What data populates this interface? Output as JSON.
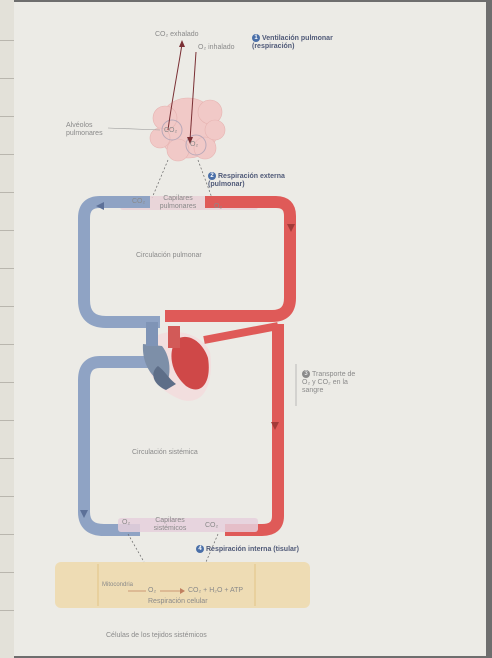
{
  "ventilation": {
    "co2": "CO₂ exhalado",
    "o2": "O₂ inhalado",
    "number": "1",
    "title": "Ventilación pulmonar (respiración)"
  },
  "alveoli": {
    "label": "Alvéolos pulmonares",
    "co2": "CO₂",
    "o2": "O₂"
  },
  "external": {
    "number": "2",
    "title": "Respiración externa (pulmonar)"
  },
  "pulmonary_capillaries": {
    "co2": "CO₂",
    "label": "Capilares pulmonares",
    "o2": "O₂"
  },
  "circulations": {
    "pulmonary": "Circulación pulmonar",
    "systemic": "Circulación sistémica"
  },
  "transport": {
    "number": "3",
    "label": "Transporte de O₂ y CO₂ en la sangre"
  },
  "systemic_capillaries": {
    "o2": "O₂",
    "label": "Capilares sistémicos",
    "co2": "CO₂"
  },
  "internal": {
    "number": "4",
    "title": "Respiración interna (tisular)"
  },
  "tissue": {
    "mito": "Mitocondria",
    "o2": "O₂",
    "eq": "CO₂ + H₂O + ATP",
    "cell_resp": "Respiración celular",
    "caption": "Células de los tejidos sistémicos"
  },
  "colors": {
    "arterial": "#df5a58",
    "venous": "#8fa3c4",
    "accent": "#4a6fa8",
    "tissue": "#efd7a3"
  }
}
